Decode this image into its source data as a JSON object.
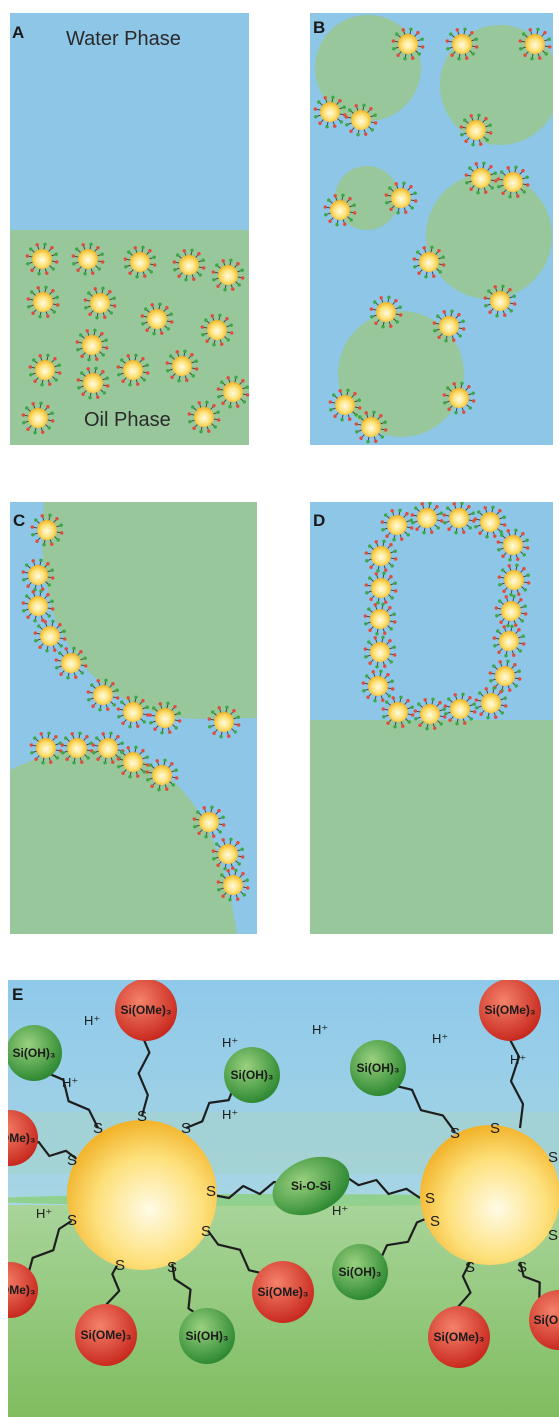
{
  "panels": {
    "a": {
      "label": "A",
      "water_label": "Water Phase",
      "oil_label": "Oil Phase"
    },
    "b": {
      "label": "B"
    },
    "c": {
      "label": "C"
    },
    "d": {
      "label": "D"
    },
    "e": {
      "label": "E",
      "hplus": "H⁺",
      "sulfur": "S",
      "silanol": "Si(OH)₃",
      "methoxy": "Si(OMe)₃",
      "siloxane": "Si-O-Si"
    }
  },
  "colors": {
    "water": "#8dc6e6",
    "oil": "#98c79b",
    "particle_core": "#f9d24a",
    "silanol_sphere": "#3f9c3a",
    "methoxy_sphere": "#d6392a",
    "ligand_tip_red": "#e14b3c",
    "ligand_tip_green": "#3aa845"
  }
}
